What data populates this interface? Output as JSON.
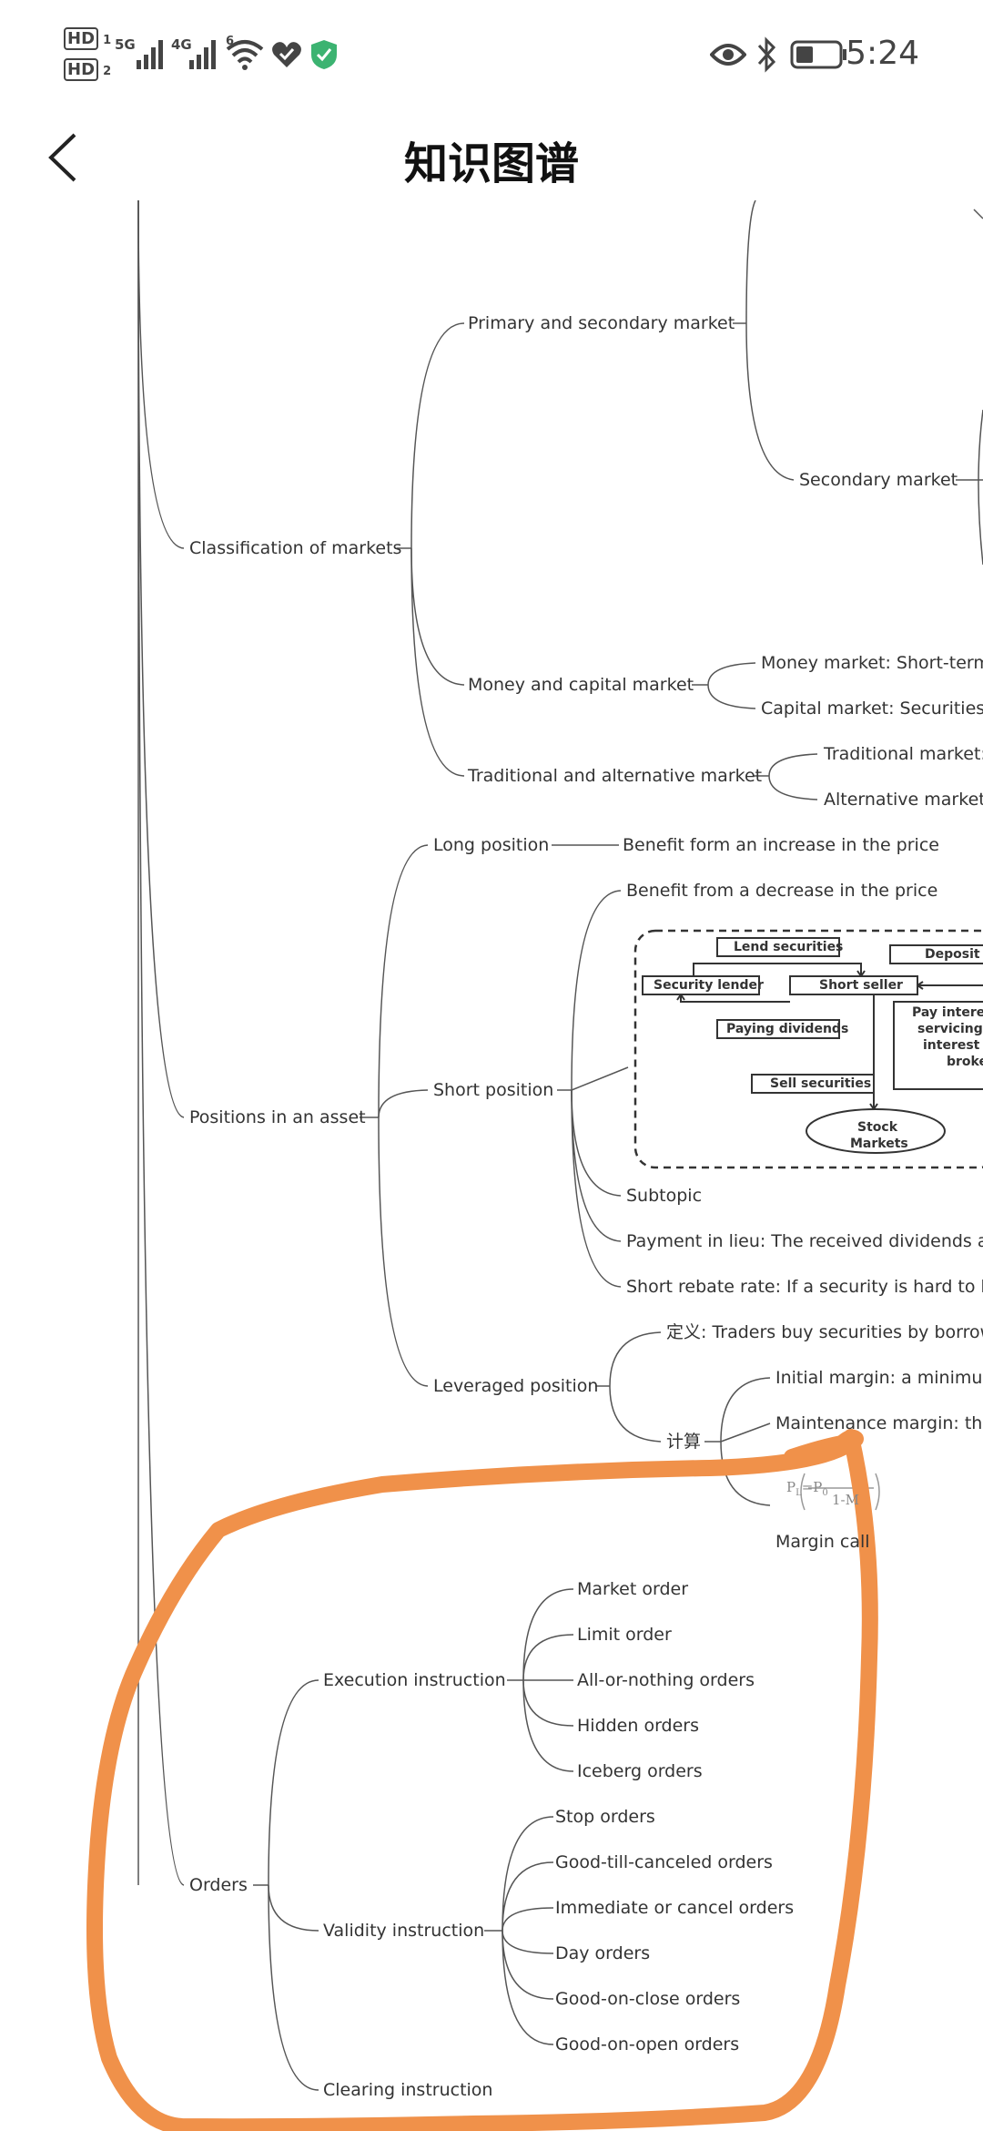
{
  "status_bar": {
    "hd1": "HD",
    "hd1_num": "1",
    "hd2": "HD",
    "hd2_num": "2",
    "net1": "5G",
    "net2": "4G",
    "wifi_num": "6",
    "time": "5:24",
    "icons": [
      "signal-icon",
      "wifi-icon",
      "heart-icon",
      "shield-check-icon",
      "eye-icon",
      "bluetooth-icon",
      "battery-icon"
    ]
  },
  "header": {
    "title": "知识图谱",
    "back_icon": "chevron-left-icon"
  },
  "mindmap": {
    "classification": {
      "label": "Classification of markets",
      "primary_secondary": "Primary and secondary market",
      "secondary": "Secondary market",
      "money_capital": "Money and capital market",
      "money_market": "Money market: Short-term",
      "capital_market": "Capital market: Securities c",
      "trad_alt": "Traditional and alternative market",
      "traditional": "Traditional market:",
      "alternative": "Alternative market:"
    },
    "positions": {
      "label": "Positions in an asset",
      "long": "Long position",
      "long_benefit": "Benefit form an increase in the price",
      "short": "Short position",
      "short_benefit": "Benefit from a decrease in the price",
      "subtopic": "Subtopic",
      "payment_in_lieu": "Payment in lieu: The received dividends and",
      "short_rebate": "Short rebate rate: If a security is hard to bor",
      "leveraged": "Leveraged position",
      "definition": "定义: Traders buy securities by borrowin",
      "calc": "计算",
      "initial_margin": "Initial margin: a minimun",
      "maintenance_margin": "Maintenance margin: the",
      "formula_left": "P",
      "formula_sub": "L",
      "formula_mid": "=P",
      "formula_sub0": "0",
      "formula_den": "1-M",
      "margin_call": "Margin call"
    },
    "diagram": {
      "lend_securities": "Lend securities",
      "deposit": "Deposit c",
      "security_lender": "Security lender",
      "short_seller": "Short seller",
      "paying_dividends": "Paying dividends",
      "pay_interest_1": "Pay interest",
      "pay_interest_2": "servicing f",
      "pay_interest_3": "interest p",
      "pay_interest_4": "broke",
      "sell_securities": "Sell securities",
      "stock_markets_1": "Stock",
      "stock_markets_2": "Markets"
    },
    "orders": {
      "label": "Orders",
      "execution": "Execution instruction",
      "exec_items": [
        "Market order",
        "Limit order",
        "All-or-nothing orders",
        "Hidden orders",
        "Iceberg orders"
      ],
      "validity": "Validity instruction",
      "validity_items": [
        "Stop orders",
        "Good-till-canceled orders",
        "Immediate or cancel orders",
        "Day orders",
        "Good-on-close orders",
        "Good-on-open orders"
      ],
      "clearing": "Clearing instruction"
    }
  },
  "annotation": {
    "stroke_color": "#f0914a"
  }
}
